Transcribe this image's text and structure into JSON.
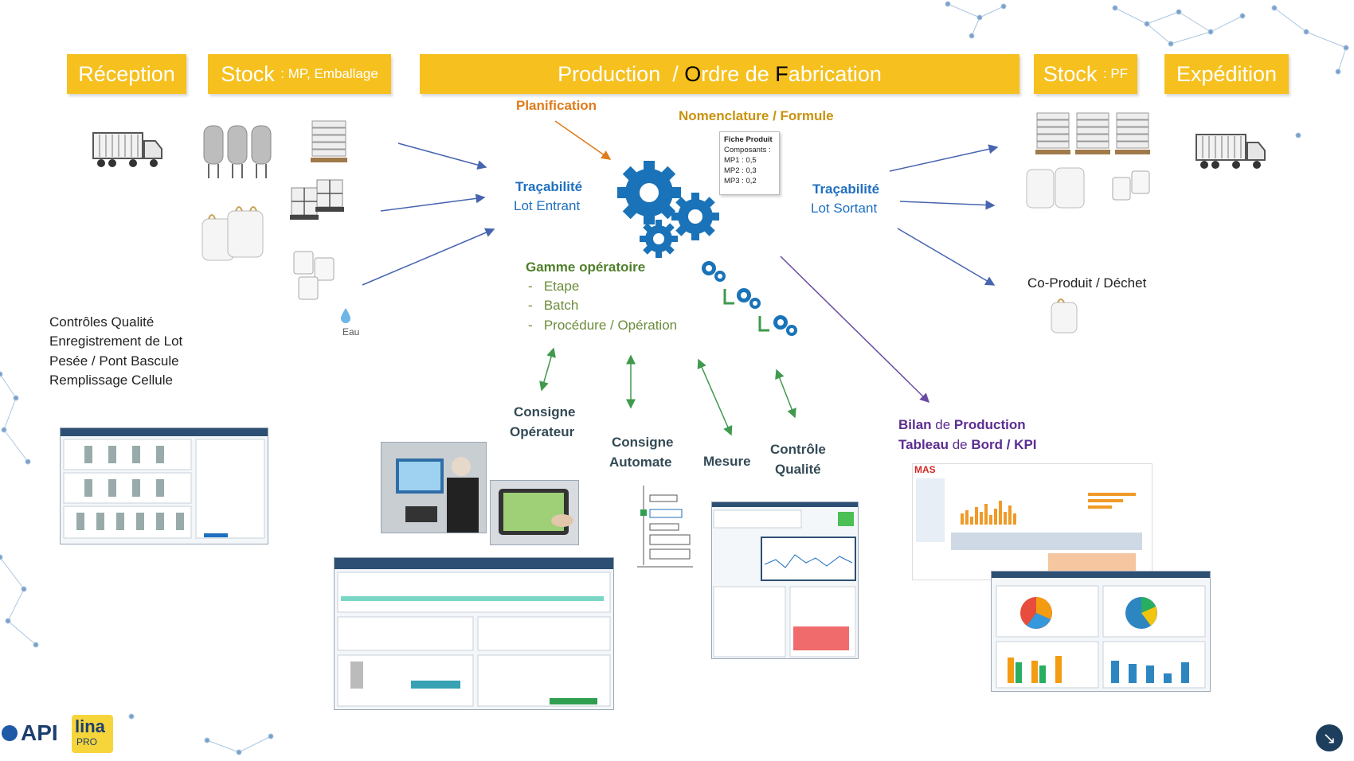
{
  "headers": {
    "reception": "Réception",
    "stock_mp_main": "Stock",
    "stock_mp_sub": ": MP, Emballage",
    "production_a": "Production  / ",
    "production_b": "O",
    "production_c": "rdre de ",
    "production_d": "F",
    "production_e": "abrication",
    "stock_pf_main": "Stock",
    "stock_pf_sub": ": PF",
    "expedition": "Expédition"
  },
  "labels": {
    "planification": "Planification",
    "nomenclature": "Nomenclature / Formule",
    "tracabilite_in_1": "Traçabilité",
    "tracabilite_in_2": "Lot Entrant",
    "tracabilite_out_1": "Traçabilité",
    "tracabilite_out_2": "Lot Sortant",
    "gamme": "Gamme opératoire",
    "gamme_items": [
      "Etape",
      "Batch",
      "Procédure / Opération"
    ],
    "eau": "Eau",
    "coproduit": "Co-Produit / Déchet",
    "consigne_op_1": "Consigne",
    "consigne_op_2": "Opérateur",
    "consigne_auto_1": "Consigne",
    "consigne_auto_2": "Automate",
    "mesure": "Mesure",
    "controle_1": "Contrôle",
    "controle_2": "Qualité",
    "bilan_a": "Bilan",
    "bilan_b": " de ",
    "bilan_c": "Production",
    "tableau_a": "Tableau",
    "tableau_b": " de ",
    "tableau_c": "Bord / KPI",
    "reception_list": [
      "Contrôles Qualité",
      "Enregistrement de Lot",
      "Pesée / Pont Bascule",
      "Remplissage Cellule"
    ]
  },
  "fiche": {
    "title": "Fiche Produit",
    "lines": [
      "Composants :",
      "MP1 : 0,5",
      "MP2 : 0,3",
      "MP3 : 0,2"
    ]
  },
  "logos": {
    "api": "API",
    "lina": "lina",
    "pro": "PRO",
    "mas": "MAS"
  },
  "colors": {
    "header": "#f6c01f",
    "gear": "#1a73b8",
    "arrow_blue": "#4664b0",
    "arrow_orange": "#e07b1c",
    "arrow_green": "#3f9a4d",
    "arrow_purple": "#6a4aa3"
  }
}
